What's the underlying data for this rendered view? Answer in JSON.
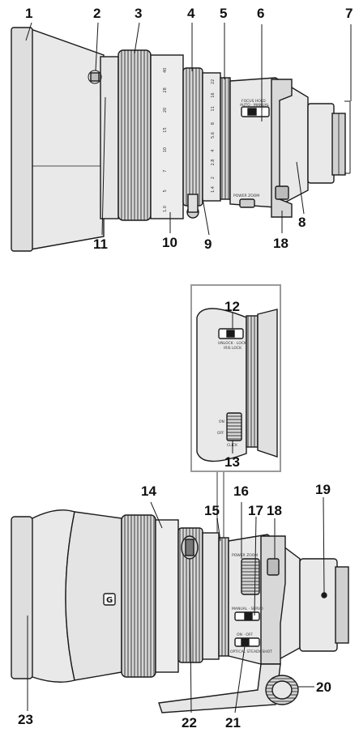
{
  "diagram": {
    "callouts": [
      {
        "id": "c1",
        "text": "1"
      },
      {
        "id": "c2",
        "text": "2"
      },
      {
        "id": "c3",
        "text": "3"
      },
      {
        "id": "c4",
        "text": "4"
      },
      {
        "id": "c5",
        "text": "5"
      },
      {
        "id": "c6",
        "text": "6"
      },
      {
        "id": "c7",
        "text": "7"
      },
      {
        "id": "c8",
        "text": "8"
      },
      {
        "id": "c9",
        "text": "9"
      },
      {
        "id": "c10",
        "text": "10"
      },
      {
        "id": "c11",
        "text": "11"
      },
      {
        "id": "c18a",
        "text": "18"
      },
      {
        "id": "c12",
        "text": "12"
      },
      {
        "id": "c13",
        "text": "13"
      },
      {
        "id": "c14",
        "text": "14"
      },
      {
        "id": "c15",
        "text": "15"
      },
      {
        "id": "c16",
        "text": "16"
      },
      {
        "id": "c17",
        "text": "17"
      },
      {
        "id": "c18b",
        "text": "18"
      },
      {
        "id": "c19",
        "text": "19"
      },
      {
        "id": "c20",
        "text": "20"
      },
      {
        "id": "c21",
        "text": "21"
      },
      {
        "id": "c22",
        "text": "22"
      },
      {
        "id": "c23",
        "text": "23"
      }
    ],
    "lens_markings": {
      "focus_hold": "FOCUS HOLD",
      "auto_manual": "AUTO · MANUAL",
      "power_zoom_top": "POWER ZOOM",
      "iris_lock": "UNLOCK · LOCK",
      "iris_lock_sub": "IRIS LOCK",
      "click": "CLICK",
      "click_on": "ON",
      "click_off": "OFF",
      "power_zoom_bottom": "POWER ZOOM",
      "manual_servo": "MANUAL · SERVO",
      "oss_on_off": "ON · OFF",
      "steady_shot": "OPTICAL STEADY SHOT",
      "g_badge": "G",
      "scale_a": [
        "1.0",
        "5",
        "7",
        "10",
        "15",
        "20",
        "28",
        "40"
      ],
      "scale_b": [
        "1.4",
        "2",
        "2.8",
        "4",
        "5.6",
        "8",
        "11",
        "16",
        "22"
      ]
    },
    "colors": {
      "line": "#1a1a1a",
      "lens_body": "#e9e9e9",
      "lens_shade": "#cfcfcf",
      "ring": "#bdbdbd",
      "inset_border": "#9a9a9a"
    }
  }
}
